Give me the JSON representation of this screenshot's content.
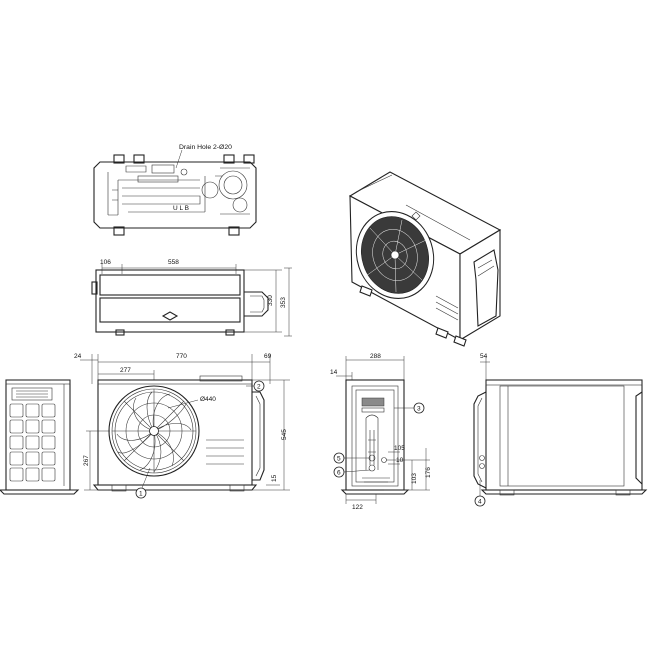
{
  "drawing": {
    "drain_label": "Drain Hole 2-Ø20",
    "dims": {
      "top_left_offset": "106",
      "top_width": "558",
      "top_depth_inner": "330",
      "top_depth_outer": "353",
      "front_left_offset": "24",
      "front_width": "770",
      "front_right_offset": "69",
      "fan_offset": "277",
      "fan_diameter": "Ø440",
      "front_height": "545",
      "front_fan_center": "267",
      "front_base": "15",
      "side_width": "288",
      "side_left_offset": "14",
      "side_port_1": "105",
      "side_port_2": "10",
      "side_port_height": "103",
      "side_port_height_2": "176",
      "side_base_width": "122",
      "rear_offset": "54"
    },
    "callouts": [
      "1",
      "2",
      "3",
      "4",
      "5",
      "6"
    ]
  }
}
